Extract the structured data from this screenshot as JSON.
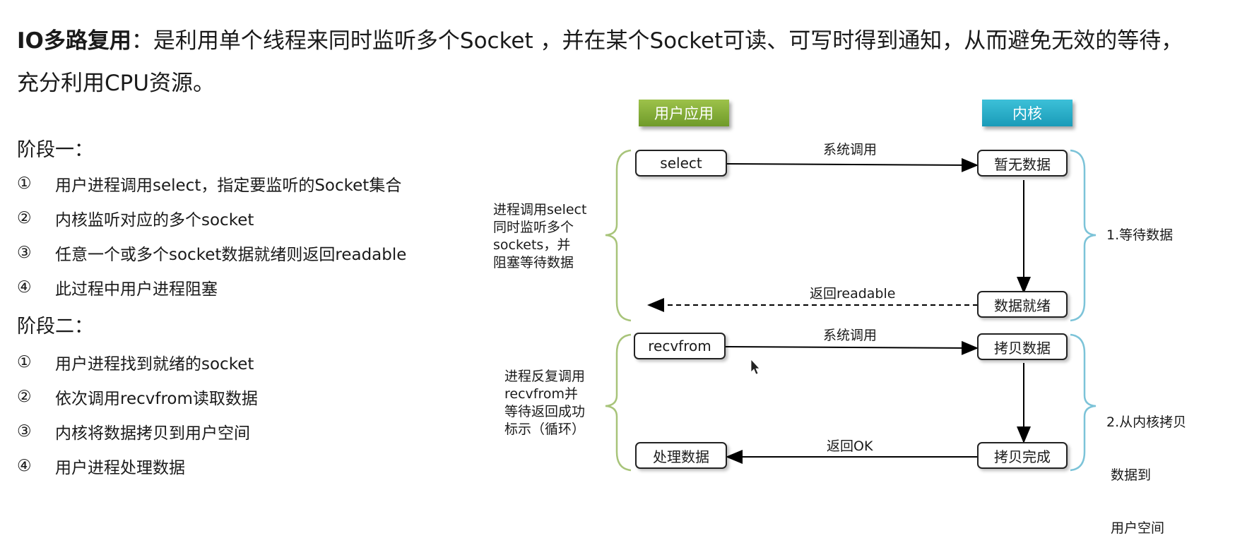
{
  "intro": {
    "term": "IO多路复用",
    "text": "：是利用单个线程来同时监听多个Socket ，并在某个Socket可读、可写时得到通知，从而避免无效的等待，充分利用CPU资源。"
  },
  "stage1": {
    "title": "阶段一：",
    "steps": [
      {
        "num": "①",
        "text": "用户进程调用select，指定要监听的Socket集合"
      },
      {
        "num": "②",
        "text": "内核监听对应的多个socket"
      },
      {
        "num": "③",
        "text": "任意一个或多个socket数据就绪则返回readable"
      },
      {
        "num": "④",
        "text": "此过程中用户进程阻塞"
      }
    ]
  },
  "stage2": {
    "title": "阶段二：",
    "steps": [
      {
        "num": "①",
        "text": "用户进程找到就绪的socket"
      },
      {
        "num": "②",
        "text": "依次调用recvfrom读取数据"
      },
      {
        "num": "③",
        "text": "内核将数据拷贝到用户空间"
      },
      {
        "num": "④",
        "text": "用户进程处理数据"
      }
    ]
  },
  "diagram": {
    "headers": {
      "user": "用户应用",
      "kernel": "内核"
    },
    "nodes": {
      "select": "select",
      "no_data": "暂无数据",
      "data_ready": "数据就绪",
      "recvfrom": "recvfrom",
      "copy_data": "拷贝数据",
      "process_data": "处理数据",
      "copy_done": "拷贝完成"
    },
    "arrows": {
      "syscall1": "系统调用",
      "return_readable": "返回readable",
      "syscall2": "系统调用",
      "return_ok": "返回OK"
    },
    "left_notes": {
      "phase1": [
        "进程调用select",
        "同时监听多个",
        "sockets，并",
        "阻塞等待数据"
      ],
      "phase2": [
        "进程反复调用",
        "recvfrom并",
        "等待返回成功",
        "标示（循环）"
      ]
    },
    "right_notes": {
      "phase1": [
        "1.等待数据"
      ],
      "phase2": [
        "2.从内核拷贝",
        " 数据到",
        " 用户空间"
      ]
    },
    "colors": {
      "user_bracket": "#a8c47a",
      "kernel_bracket": "#7cc3d8",
      "user_header": "#7fa83a",
      "kernel_header": "#29a9c6"
    }
  }
}
